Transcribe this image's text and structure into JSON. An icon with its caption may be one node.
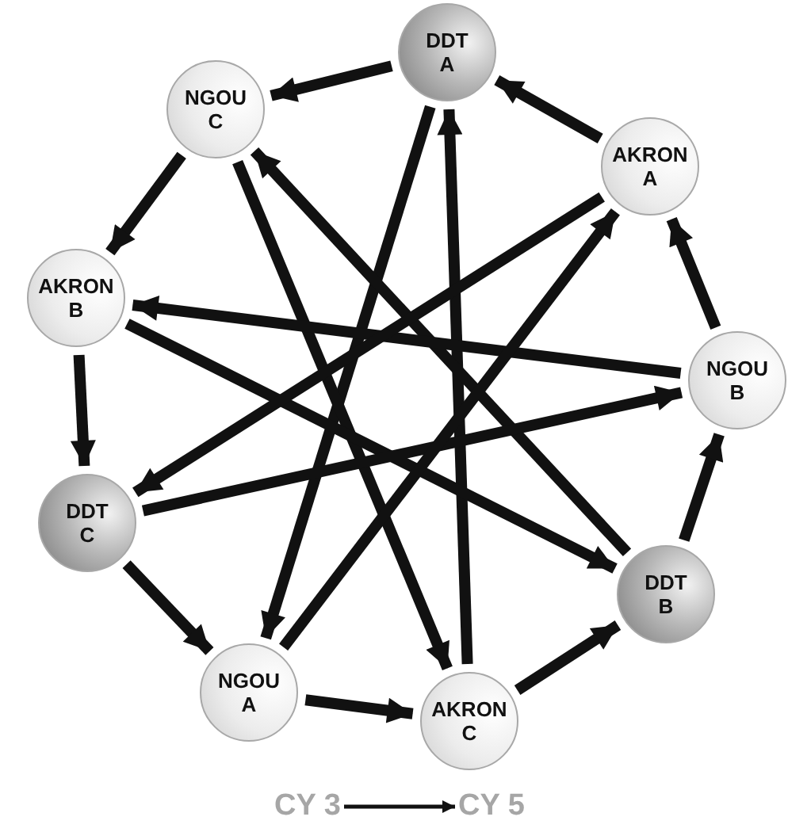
{
  "diagram": {
    "nodes": [
      {
        "text": [
          "DDT A"
        ]
      },
      {
        "text": [
          "AKRON A"
        ]
      },
      {
        "text": [
          "NGOU B"
        ]
      },
      {
        "text": [
          "DDT B"
        ]
      },
      {
        "text": [
          "AKRON C"
        ]
      },
      {
        "text": [
          "NGOU A"
        ]
      },
      {
        "text": [
          "DDT C"
        ]
      },
      {
        "text": [
          "AKRON B"
        ]
      },
      {
        "text": [
          "NGOU C"
        ]
      },
      {
        "text": [
          "CY 3"
        ]
      },
      {
        "text": [
          "CY 5"
        ]
      }
    ],
    "edges": [
      {
        "from": 1,
        "to": 0,
        "arrow": "to"
      },
      {
        "from": 0,
        "to": 8,
        "arrow": "to"
      },
      {
        "from": 8,
        "to": 7,
        "arrow": "to"
      },
      {
        "from": 7,
        "to": 6,
        "arrow": "to"
      },
      {
        "from": 6,
        "to": 5,
        "arrow": "to"
      },
      {
        "from": 5,
        "to": 4,
        "arrow": "to"
      },
      {
        "from": 4,
        "to": 3,
        "arrow": "to"
      },
      {
        "from": 3,
        "to": 2,
        "arrow": "to"
      },
      {
        "from": 2,
        "to": 1,
        "arrow": "to"
      },
      {
        "from": 0,
        "to": 5,
        "arrow": "to"
      },
      {
        "from": 4,
        "to": 0,
        "arrow": "to"
      },
      {
        "from": 8,
        "to": 4,
        "arrow": "to"
      },
      {
        "from": 3,
        "to": 8,
        "arrow": "to"
      },
      {
        "from": 2,
        "to": 7,
        "arrow": "to"
      },
      {
        "from": 7,
        "to": 3,
        "arrow": "to"
      },
      {
        "from": 6,
        "to": 2,
        "arrow": "to"
      },
      {
        "from": 1,
        "to": 6,
        "arrow": "to"
      },
      {
        "from": 5,
        "to": 1,
        "arrow": "to"
      },
      {
        "from": 9,
        "to": 10,
        "arrow": "to"
      }
    ]
  }
}
